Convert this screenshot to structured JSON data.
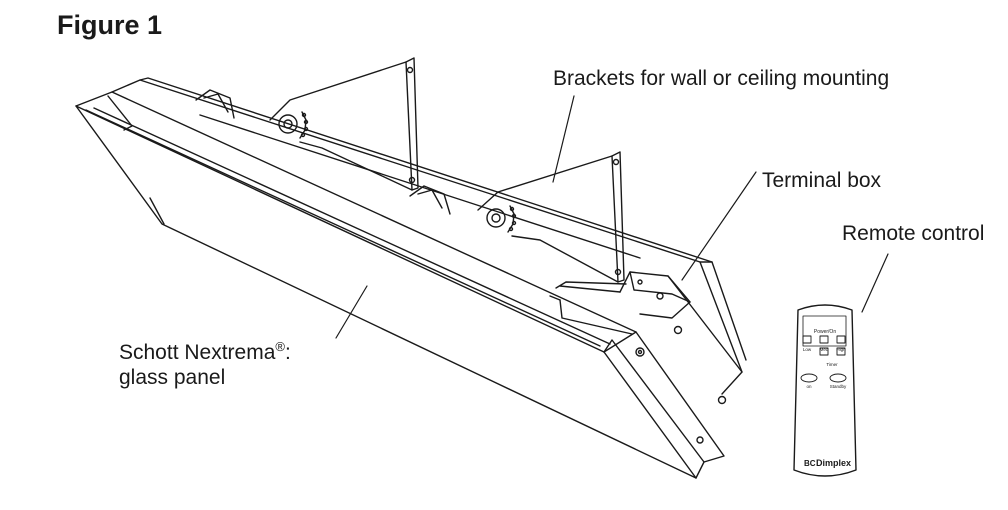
{
  "figure_title": "Figure 1",
  "callouts": {
    "brackets": "Brackets for wall or ceiling mounting",
    "terminal_box": "Terminal box",
    "remote_control": "Remote control",
    "glass_panel_line1_main": "Schott Nextrema",
    "glass_panel_line1_sup": "®",
    "glass_panel_line1_end": ":",
    "glass_panel_line2": "glass panel"
  },
  "remote": {
    "brand": "Dimplex",
    "brand_mark": "BC",
    "button_row_label": "Power/On",
    "low_label": "Low",
    "med_label": "Med",
    "high_label": "High",
    "timer_label": "Timer",
    "on_label": "on",
    "standby_label": "Standby"
  },
  "colors": {
    "line": "#1a1a1a",
    "background": "#ffffff"
  }
}
